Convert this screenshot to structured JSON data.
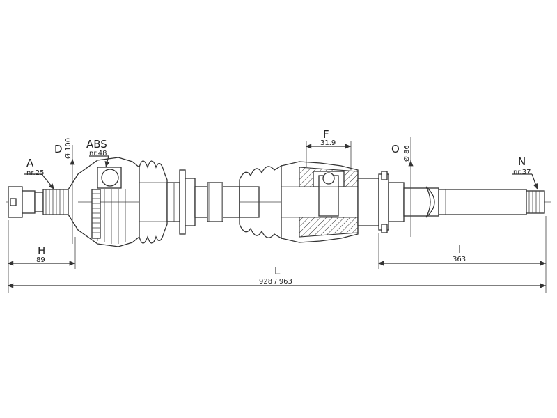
{
  "labels": {
    "A": "A",
    "A_nr": "nr.25",
    "D": "D",
    "D_val": "Ø 100",
    "ABS": "ABS",
    "ABS_nr": "nr.48",
    "F": "F",
    "F_val": "31.9",
    "O": "O",
    "O_val": "Ø 86",
    "N": "N",
    "N_nr": "nr.37",
    "H": "H",
    "H_val": "89",
    "I": "I",
    "I_val": "363",
    "L": "L",
    "L_val": "928 / 963"
  }
}
